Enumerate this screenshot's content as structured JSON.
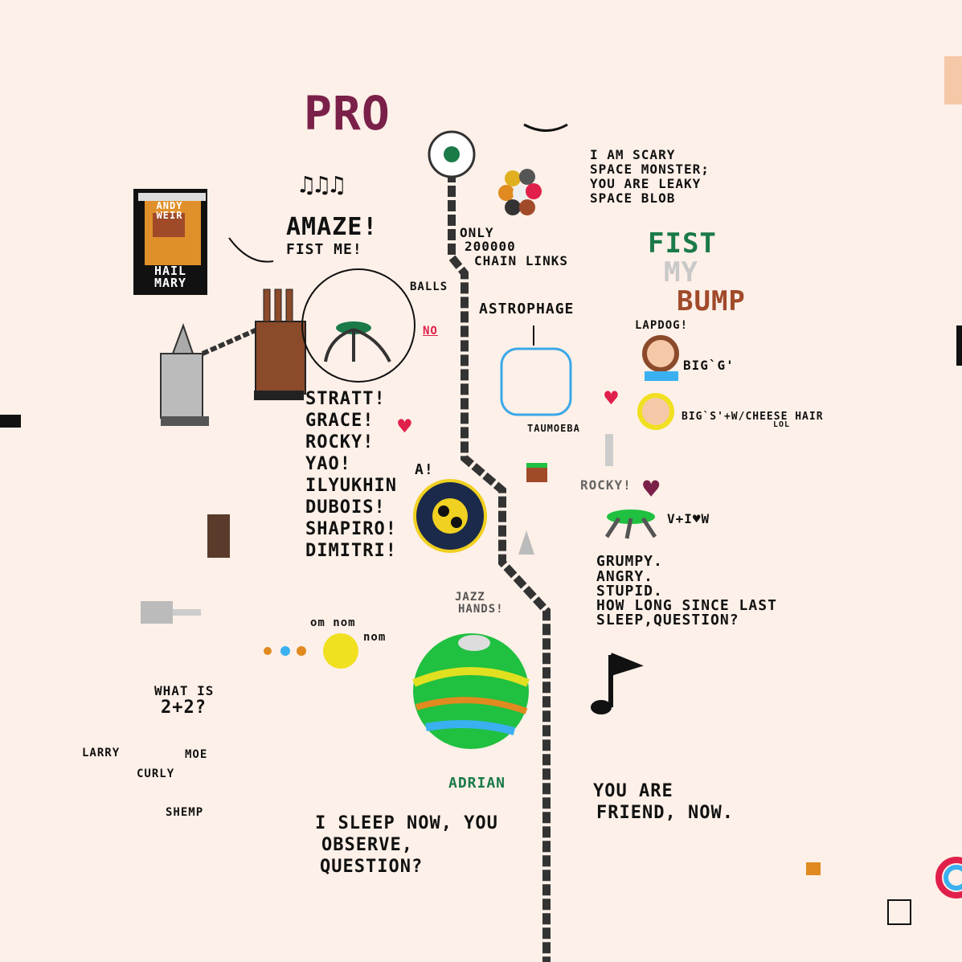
{
  "canvas": {
    "pro": "PRO",
    "notes_top": "♫♫♫",
    "amaze": "AMAZE!",
    "fist_me": "FIST ME!",
    "book": {
      "author": "ANDY WEIR",
      "title": "HAIL MARY"
    },
    "balls": "BALLS",
    "no": "NO",
    "crew": [
      "STRATT!",
      "GRACE!",
      "ROCKY!",
      "YAO!",
      "ILYUKHIN",
      "DUBOIS!",
      "SHAPIRO!",
      "DIMITRI!"
    ],
    "a_exclaim": "A!",
    "chain": [
      "ONLY",
      "200000",
      "CHAIN LINKS"
    ],
    "astrophage": "ASTROPHAGE",
    "taumoeba": "TAUMOEBA",
    "monster": [
      "I AM SCARY",
      "SPACE MONSTER;",
      "YOU ARE LEAKY",
      "SPACE BLOB"
    ],
    "fist": "FIST",
    "my": "MY",
    "bump": "BUMP",
    "lapdog": "LAPDOG!",
    "big_g": "BIG`G'",
    "big_s": "BIG`S'+W/CHEESE HAIR",
    "lol": "LOL",
    "rocky": "ROCKY!",
    "v_i_w": "V+I♥W",
    "grumpy": [
      "GRUMPY.",
      "ANGRY.",
      "STUPID.",
      "HOW LONG SINCE LAST",
      "SLEEP,QUESTION?"
    ],
    "jazz": [
      "JAZZ",
      "HANDS!"
    ],
    "om_nom": "om nom",
    "nom": "nom",
    "what_is": [
      "WHAT IS",
      "2+2?"
    ],
    "stooges": {
      "larry": "LARRY",
      "moe": "MOE",
      "curly": "CURLY",
      "shemp": "SHEMP"
    },
    "adrian": "ADRIAN",
    "sleep": [
      "I SLEEP NOW, YOU",
      "OBSERVE,",
      "QUESTION?"
    ],
    "friend": [
      "YOU ARE",
      "FRIEND, NOW."
    ]
  },
  "colors": {
    "bg": "#fdf0e8",
    "pro": "#7a2049",
    "fist": "#1a7a48",
    "my": "#c8c8c8",
    "bump": "#a04a2a",
    "heart": "#e0204a",
    "ship": "#8b4a2a"
  }
}
